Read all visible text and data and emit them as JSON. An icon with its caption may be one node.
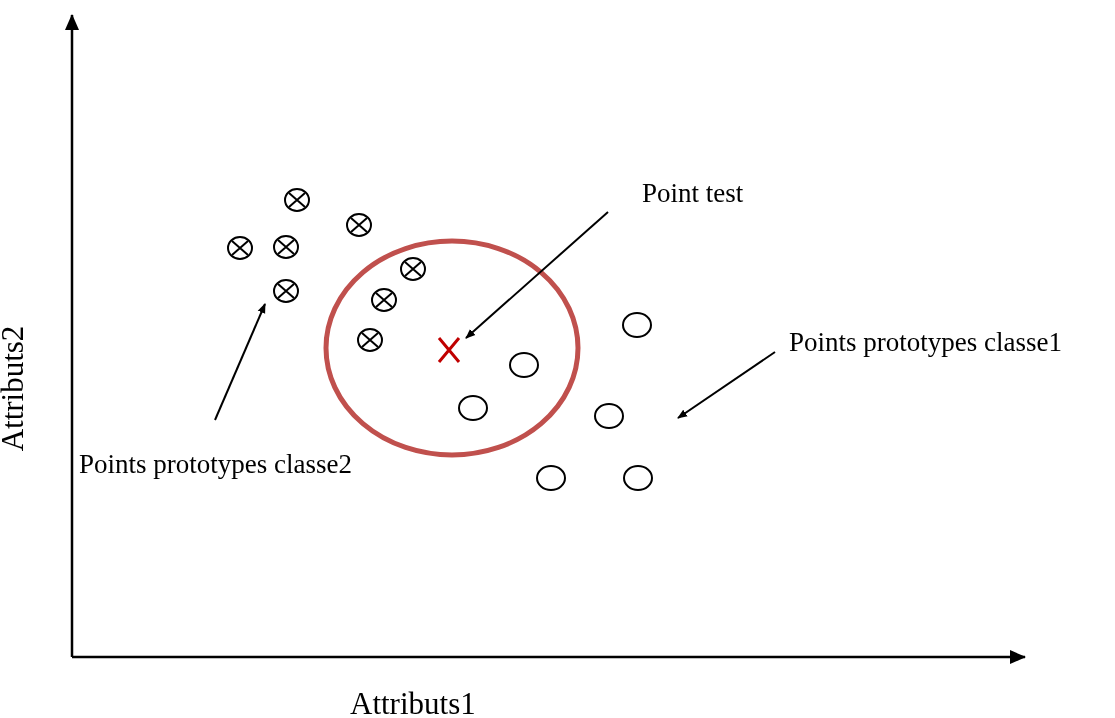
{
  "diagram": {
    "nodes": [
      {
        "text": [
          "Point test"
        ]
      },
      {
        "text": [
          "Points prototypes classe1"
        ]
      },
      {
        "text": [
          "Points prototypes classe2"
        ]
      },
      {
        "text": [],
        "shape": "cross"
      },
      {
        "text": [],
        "shape": "circle"
      },
      {
        "text": [],
        "shape": "circle"
      },
      {
        "text": [],
        "shape": "circle"
      },
      {
        "text": [],
        "shape": "circle"
      },
      {
        "text": [],
        "shape": "circle"
      },
      {
        "text": [],
        "shape": "circle"
      },
      {
        "text": [],
        "shape": "circle"
      },
      {
        "text": [],
        "shape": "circle"
      },
      {
        "text": [],
        "shape": "circle"
      },
      {
        "text": [],
        "shape": "circle"
      },
      {
        "text": [],
        "shape": "circle"
      },
      {
        "text": [],
        "shape": "circle"
      },
      {
        "text": [],
        "shape": "circle"
      },
      {
        "text": [],
        "shape": "circle"
      }
    ],
    "edges": [
      {
        "from": 0,
        "to": 3,
        "arrow": "to"
      },
      {
        "from": 1,
        "to": null,
        "arrow": "to"
      },
      {
        "from": 2,
        "to": 9,
        "arrow": "to"
      }
    ],
    "labels": [
      "Attributs1",
      "Attributs2"
    ]
  }
}
